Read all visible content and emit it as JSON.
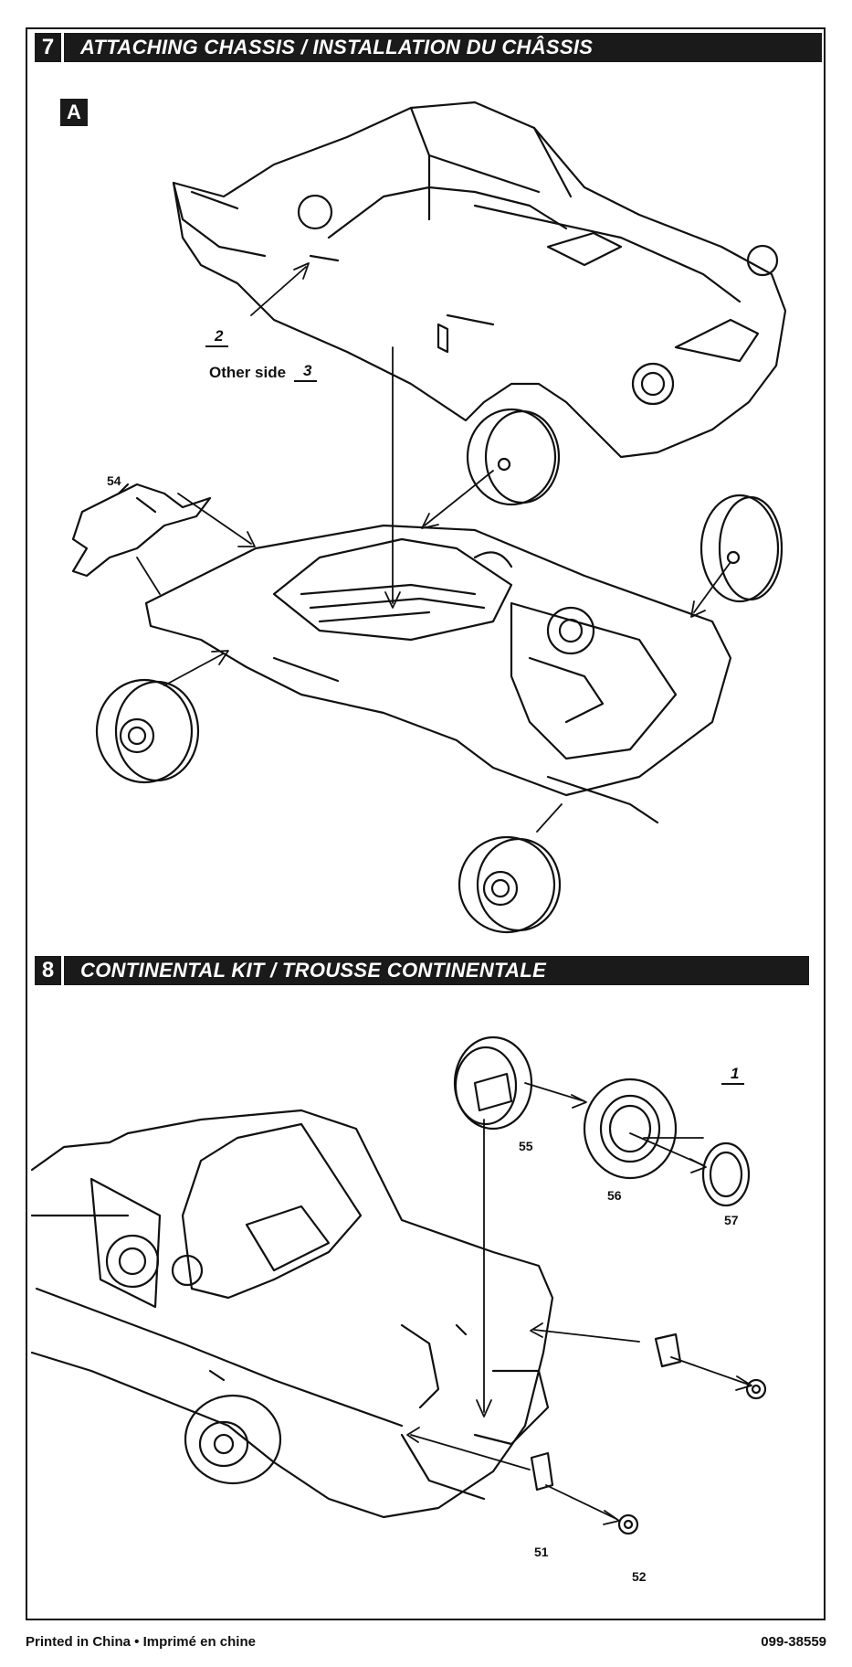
{
  "steps": [
    {
      "number": "7",
      "title": "ATTACHING CHASSIS / INSTALLATION DU CHÂSSIS"
    },
    {
      "number": "8",
      "title": "CONTINENTAL KIT / TROUSSE CONTINENTALE"
    }
  ],
  "step7": {
    "sub_step": "A",
    "ref_front": "2",
    "other_side_label": "Other side",
    "ref_other": "3",
    "parts": {
      "bumper": "54"
    }
  },
  "step8": {
    "ref_tire": "1",
    "parts": {
      "p55": "55",
      "p56": "56",
      "p57": "57",
      "p51": "51",
      "p52": "52"
    }
  },
  "footer": {
    "printed": "Printed in China • Imprimé en chine",
    "code": "099-38559"
  }
}
